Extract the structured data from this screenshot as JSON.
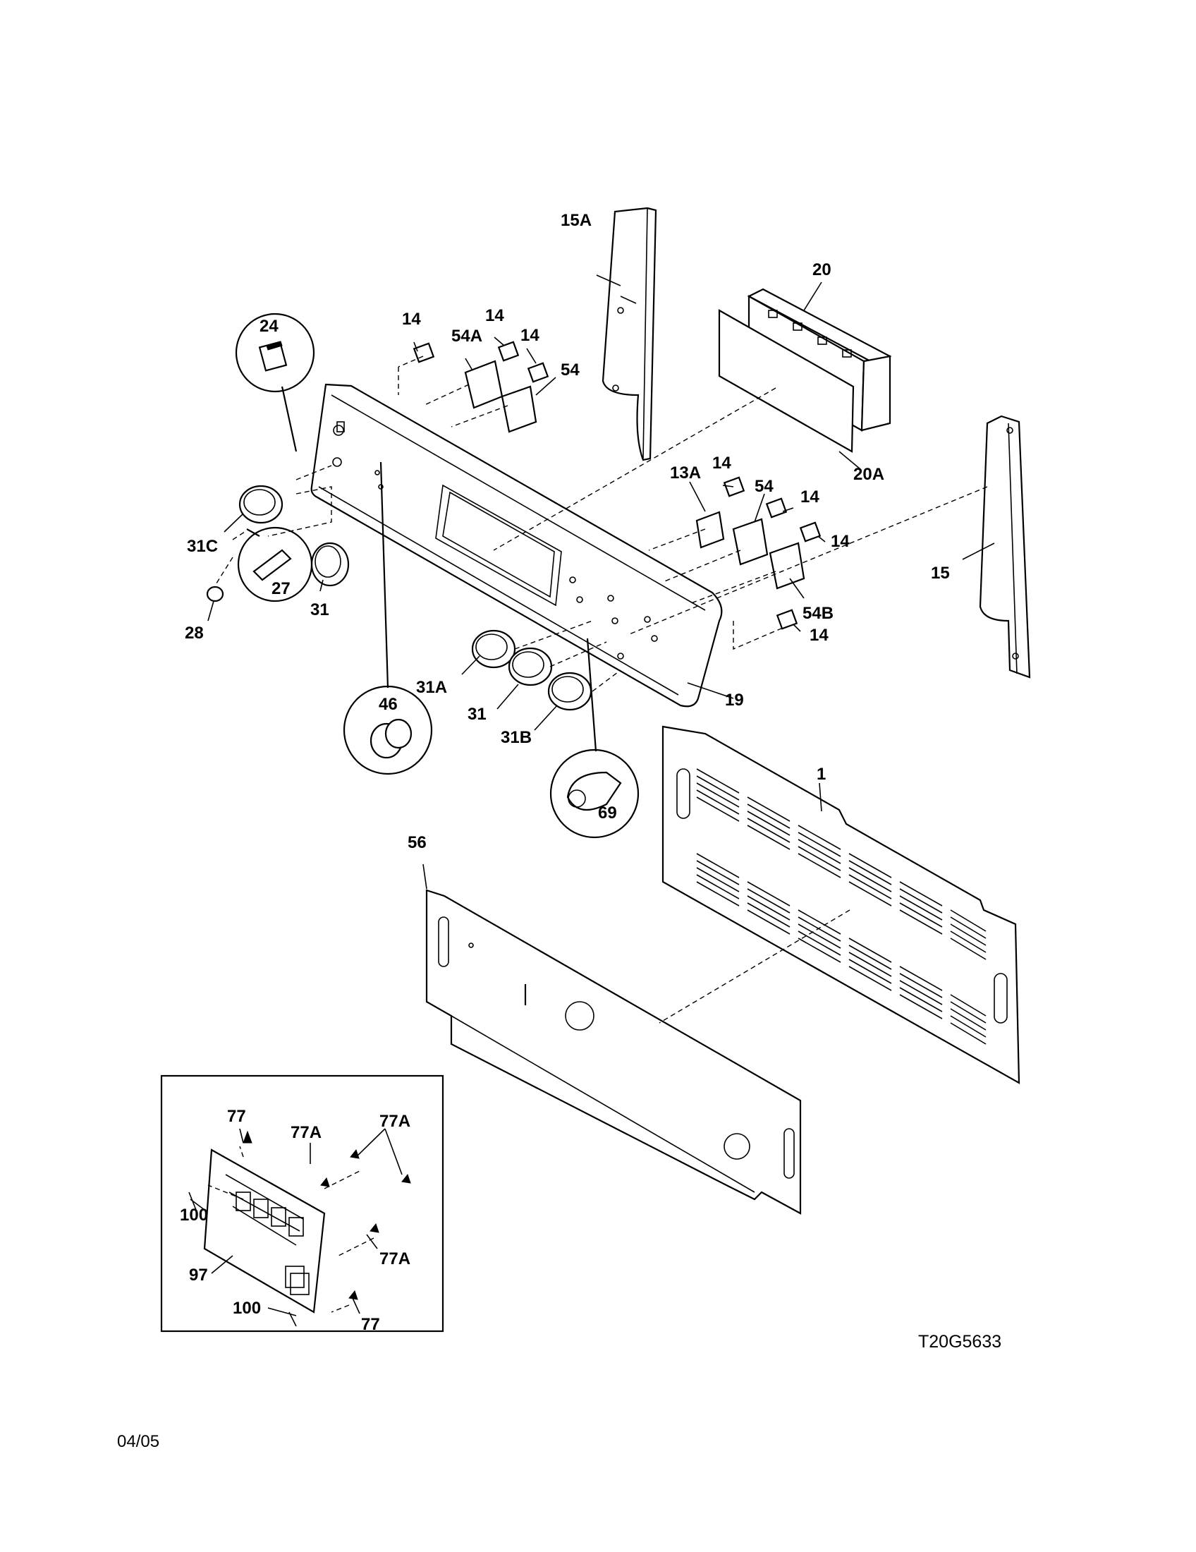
{
  "drawing_code": "T20G5633",
  "date_code": "04/05",
  "labels": {
    "p1": "1",
    "p13A": "13A",
    "p14a": "14",
    "p14b": "14",
    "p14c": "14",
    "p14d": "14",
    "p14e": "14",
    "p14f": "14",
    "p14g": "14",
    "p15": "15",
    "p15A": "15A",
    "p19": "19",
    "p20": "20",
    "p20A": "20A",
    "p24": "24",
    "p27": "27",
    "p28": "28",
    "p31a": "31",
    "p31b": "31",
    "p31A": "31A",
    "p31B": "31B",
    "p31C": "31C",
    "p46": "46",
    "p54a": "54",
    "p54b": "54",
    "p54A": "54A",
    "p54B": "54B",
    "p56": "56",
    "p69": "69",
    "p77a": "77",
    "p77b": "77",
    "p77Aa": "77A",
    "p77Ab": "77A",
    "p77Ac": "77A",
    "p97": "97",
    "p100a": "100",
    "p100b": "100"
  }
}
